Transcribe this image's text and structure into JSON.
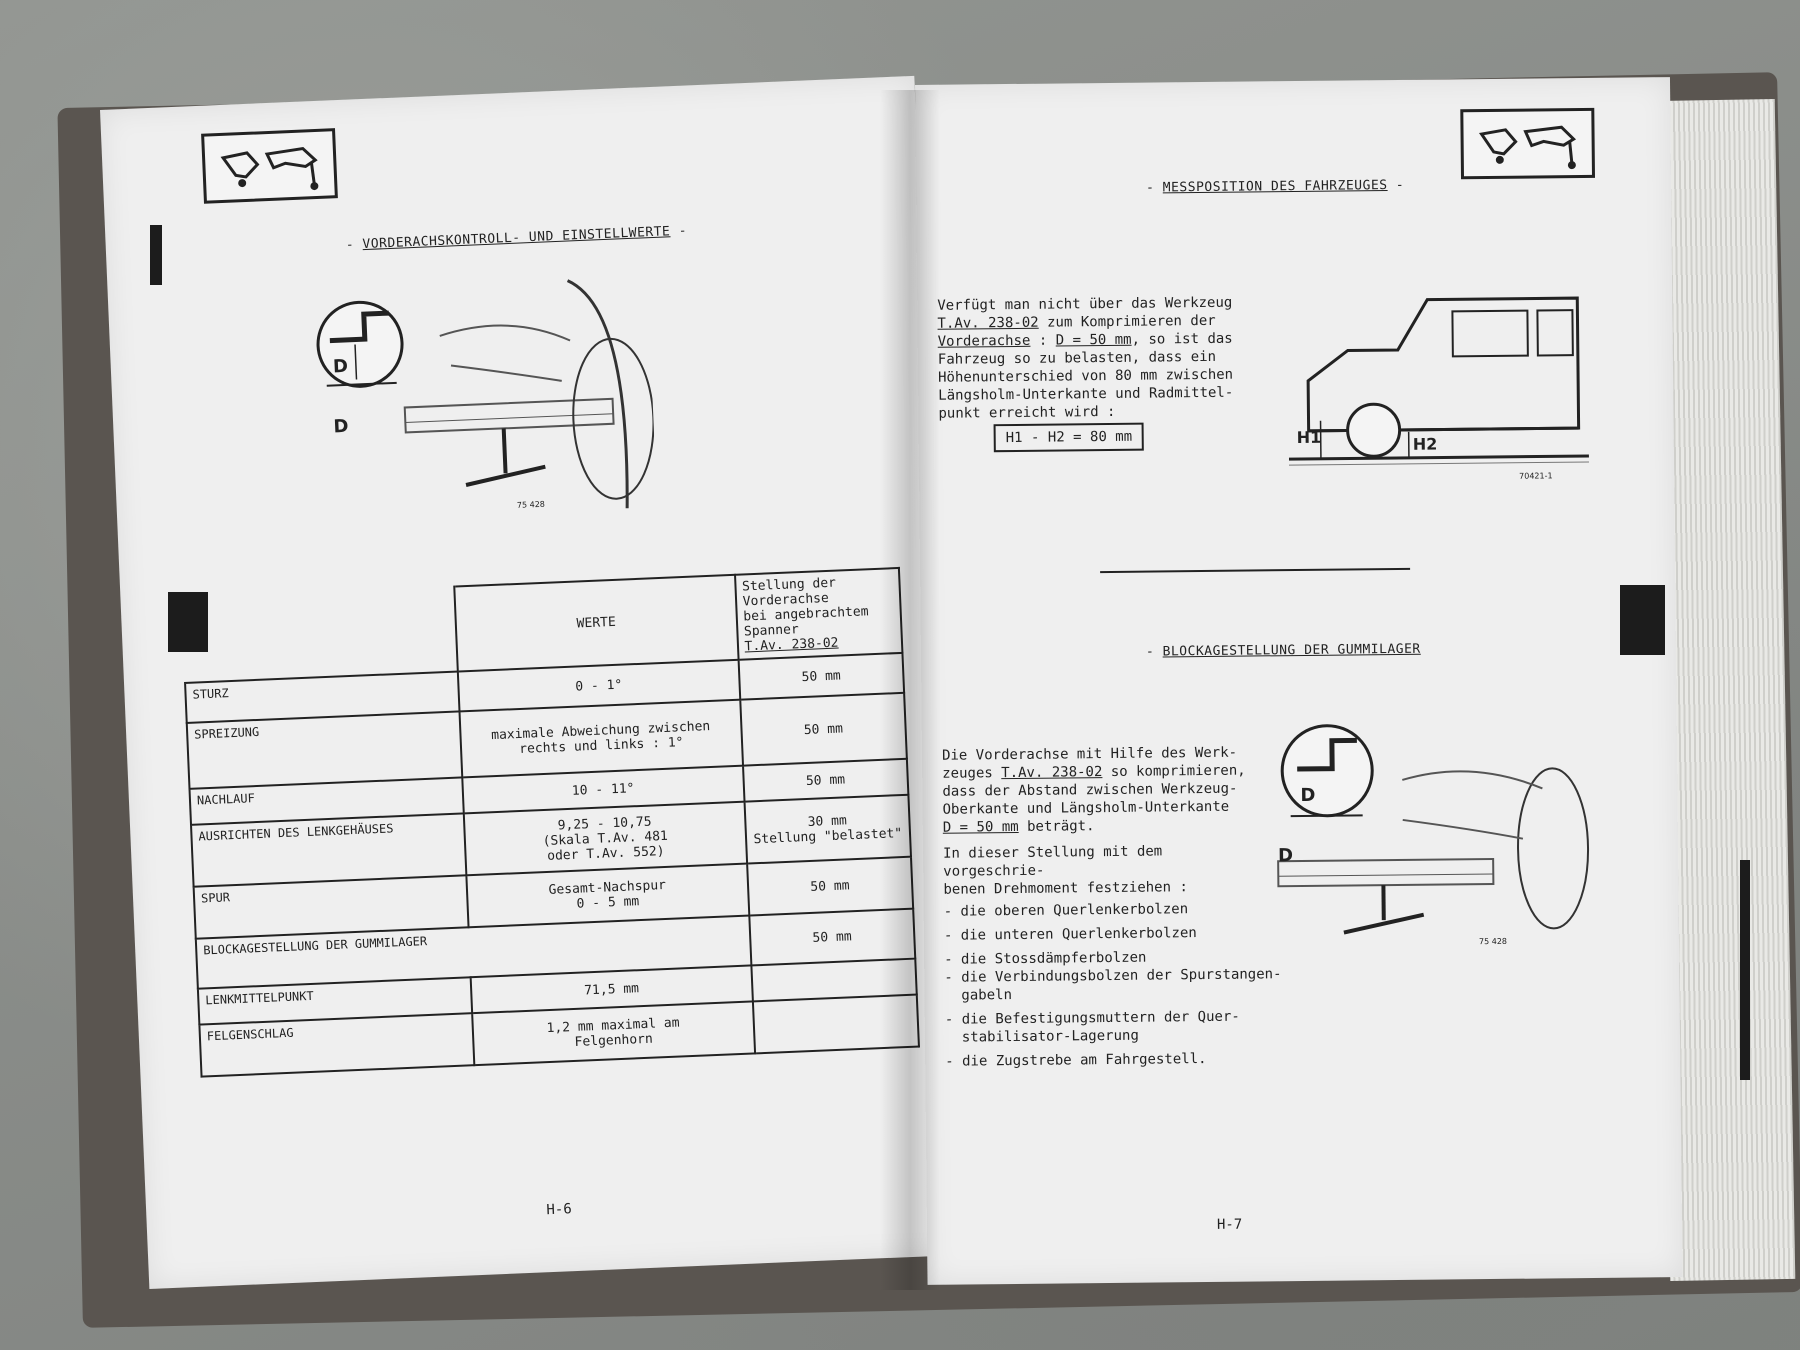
{
  "left_page": {
    "heading": "VORDERACHSKONTROLL- UND EINSTELLWERTE",
    "figure_label_d": "D",
    "figure_number": "75 428",
    "table": {
      "col_values": "WERTE",
      "col_position_line1": "Stellung der Vorderachse",
      "col_position_line2": "bei angebrachtem Spanner",
      "col_position_line3": "T.Av. 238-02",
      "rows": [
        {
          "label": "STURZ",
          "value": "0 - 1°",
          "position": "50 mm"
        },
        {
          "label": "SPREIZUNG",
          "value": "maximale Abweichung zwischen rechts und links : 1°",
          "position": "50 mm"
        },
        {
          "label": "NACHLAUF",
          "value": "10 - 11°",
          "position": "50 mm"
        },
        {
          "label": "AUSRICHTEN DES LENKGEHÄUSES",
          "value_line1": "9,25 - 10,75",
          "value_line2": "(Skala T.Av. 481",
          "value_line3": "oder  T.Av. 552)",
          "position_line1": "30 mm",
          "position_line2": "Stellung \"belastet\""
        },
        {
          "label": "SPUR",
          "value_line1": "Gesamt-Nachspur",
          "value_line2": "0 - 5 mm",
          "position": "50 mm"
        },
        {
          "label": "BLOCKAGESTELLUNG DER GUMMILAGER",
          "value": "",
          "position": "50 mm"
        },
        {
          "label": "LENKMITTELPUNKT",
          "value": "71,5 mm",
          "position": ""
        },
        {
          "label": "FELGENSCHLAG",
          "value_line1": "1,2 mm maximal am",
          "value_line2": "Felgenhorn",
          "position": ""
        }
      ]
    },
    "page_number": "H-6"
  },
  "right_page": {
    "heading1": "MESSPOSITION DES FAHRZEUGES",
    "para1": {
      "l1": "Verfügt man nicht über das Werkzeug",
      "l2_u": "T.Av. 238-02",
      "l2_rest": " zum Komprimieren der",
      "l3_u": "Vorderachse",
      "l3_mid": " : ",
      "l3_u2": "D = 50 mm",
      "l3_rest": ", so ist das",
      "l4": "Fahrzeug so zu belasten, dass ein",
      "l5": "Höhenunterschied von 80 mm zwischen",
      "l6": "Längsholm-Unterkante und Radmittel-",
      "l7": "punkt erreicht wird :"
    },
    "formula": "H1 - H2 = 80 mm",
    "car_label_h1": "H1",
    "car_label_h2": "H2",
    "car_figure_number": "70421-1",
    "heading2": "BLOCKAGESTELLUNG DER GUMMILAGER",
    "para2": {
      "l1": "Die Vorderachse mit Hilfe des Werk-",
      "l2_a": "zeuges ",
      "l2_u": "T.Av. 238-02",
      "l2_rest": " so komprimieren,",
      "l3": "dass der Abstand zwischen Werkzeug-",
      "l4": "Oberkante und Längsholm-Unterkante",
      "l5_u": "D = 50 mm",
      "l5_rest": " beträgt."
    },
    "para3_l1": "In dieser Stellung mit dem vorgeschrie-",
    "para3_l2": "benen Drehmoment festziehen :",
    "list": [
      "- die oberen Querlenkerbolzen",
      "- die unteren Querlenkerbolzen",
      "- die Stossdämpferbolzen",
      "- die Verbindungsbolzen der Spurstangen-",
      "  gabeln",
      "- die Befestigungsmuttern der Quer-",
      "  stabilisator-Lagerung",
      "- die Zugstrebe am Fahrgestell."
    ],
    "figure_label_d": "D",
    "figure_number": "75 428",
    "page_number": "H-7"
  },
  "colors": {
    "paper": "#efefef",
    "ink": "#222222",
    "background": "#8a8d8a"
  },
  "icons": [
    "suspension-arm-icon"
  ]
}
